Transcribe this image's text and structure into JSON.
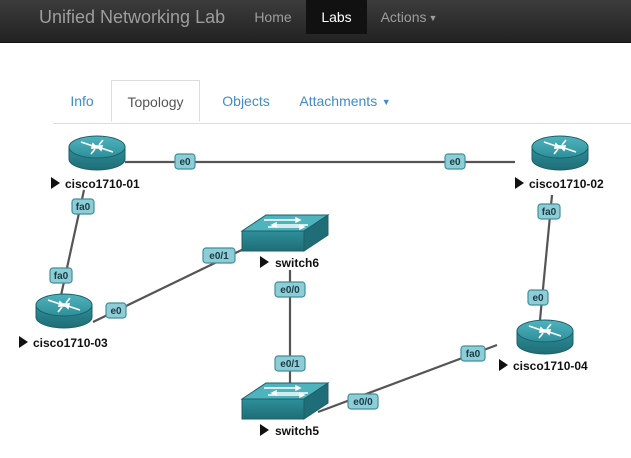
{
  "navbar": {
    "brand": "Unified Networking Lab",
    "items": [
      {
        "label": "Home",
        "active": false
      },
      {
        "label": "Labs",
        "active": true
      },
      {
        "label": "Actions",
        "active": false,
        "dropdown": true
      }
    ]
  },
  "tabs": [
    {
      "label": "Info",
      "active": false
    },
    {
      "label": "Topology",
      "active": true
    },
    {
      "label": "Objects",
      "active": false
    },
    {
      "label": "Attachments",
      "active": false,
      "dropdown": true
    }
  ],
  "topology": {
    "nodes": [
      {
        "id": "cisco1710-01",
        "label": "cisco1710-01",
        "type": "router"
      },
      {
        "id": "cisco1710-02",
        "label": "cisco1710-02",
        "type": "router"
      },
      {
        "id": "cisco1710-03",
        "label": "cisco1710-03",
        "type": "router"
      },
      {
        "id": "cisco1710-04",
        "label": "cisco1710-04",
        "type": "router"
      },
      {
        "id": "switch6",
        "label": "switch6",
        "type": "switch"
      },
      {
        "id": "switch5",
        "label": "switch5",
        "type": "switch"
      }
    ],
    "links": [
      {
        "a": "cisco1710-01",
        "a_if": "e0",
        "b": "cisco1710-02",
        "b_if": "e0"
      },
      {
        "a": "cisco1710-01",
        "a_if": "fa0",
        "b": "cisco1710-03",
        "b_if": "fa0"
      },
      {
        "a": "cisco1710-03",
        "a_if": "e0",
        "b": "switch6",
        "b_if": "e0/1"
      },
      {
        "a": "switch6",
        "a_if": "e0/0",
        "b": "switch5",
        "b_if": "e0/1"
      },
      {
        "a": "switch5",
        "a_if": "e0/0",
        "b": "cisco1710-04",
        "b_if": "fa0"
      },
      {
        "a": "cisco1710-02",
        "a_if": "fa0",
        "b": "cisco1710-04",
        "b_if": "e0"
      }
    ]
  },
  "colors": {
    "device": "#2e8f9a",
    "device_dark": "#1f6d76",
    "interface_badge": "#8ecdd6"
  }
}
